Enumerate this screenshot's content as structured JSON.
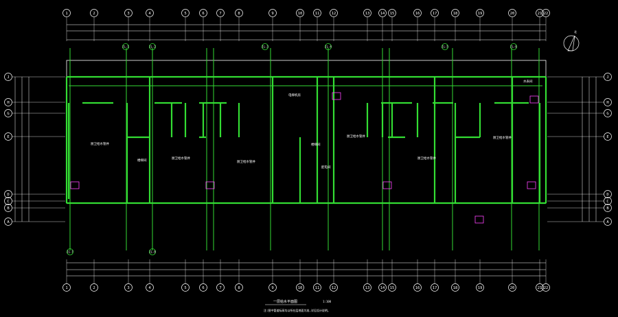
{
  "drawing": {
    "title": "一层给水平面图",
    "scale": "1:100",
    "note": "注:图中管道标高均以所在层地面为准,详见设计说明。",
    "north_label": "北"
  },
  "axes": {
    "top": [
      "1",
      "2",
      "3",
      "4",
      "5",
      "6",
      "7",
      "8",
      "9",
      "10",
      "11",
      "12",
      "13",
      "14",
      "15",
      "16",
      "17",
      "18",
      "19",
      "20",
      "21",
      "22"
    ],
    "bottom": [
      "1",
      "2",
      "3",
      "4",
      "5",
      "6",
      "7",
      "8",
      "9",
      "10",
      "11",
      "12",
      "13",
      "14",
      "15",
      "16",
      "17",
      "18",
      "19",
      "20",
      "21",
      "22"
    ],
    "rows_left": [
      "J",
      "H",
      "G",
      "E",
      "D",
      "C",
      "B",
      "A"
    ],
    "rows_right": [
      "J",
      "H",
      "G",
      "E",
      "D",
      "C",
      "B",
      "A"
    ]
  },
  "rooms": {
    "r1": "厨卫给水管井",
    "r2": "厨卫给水管井",
    "r3": "厨卫给水管井",
    "r4": "楼梯间",
    "r5": "厨卫给水管井",
    "r6": "厨卫给水管井",
    "r7": "厨卫给水管井",
    "r8": "电梯机房",
    "r9": "配电间",
    "r10": "楼梯间",
    "r11": "水表间"
  },
  "riser_labels": [
    "JL-1",
    "JL-2",
    "JL-3",
    "JL-4",
    "JL-5",
    "JL-6",
    "JL-7",
    "JL-8"
  ],
  "colors": {
    "wall": "#33dd33",
    "pipe": "#33dd33",
    "fixture": "#ff44ff",
    "text": "#ffffff",
    "dim": "#ffffff",
    "bg": "#000000"
  }
}
